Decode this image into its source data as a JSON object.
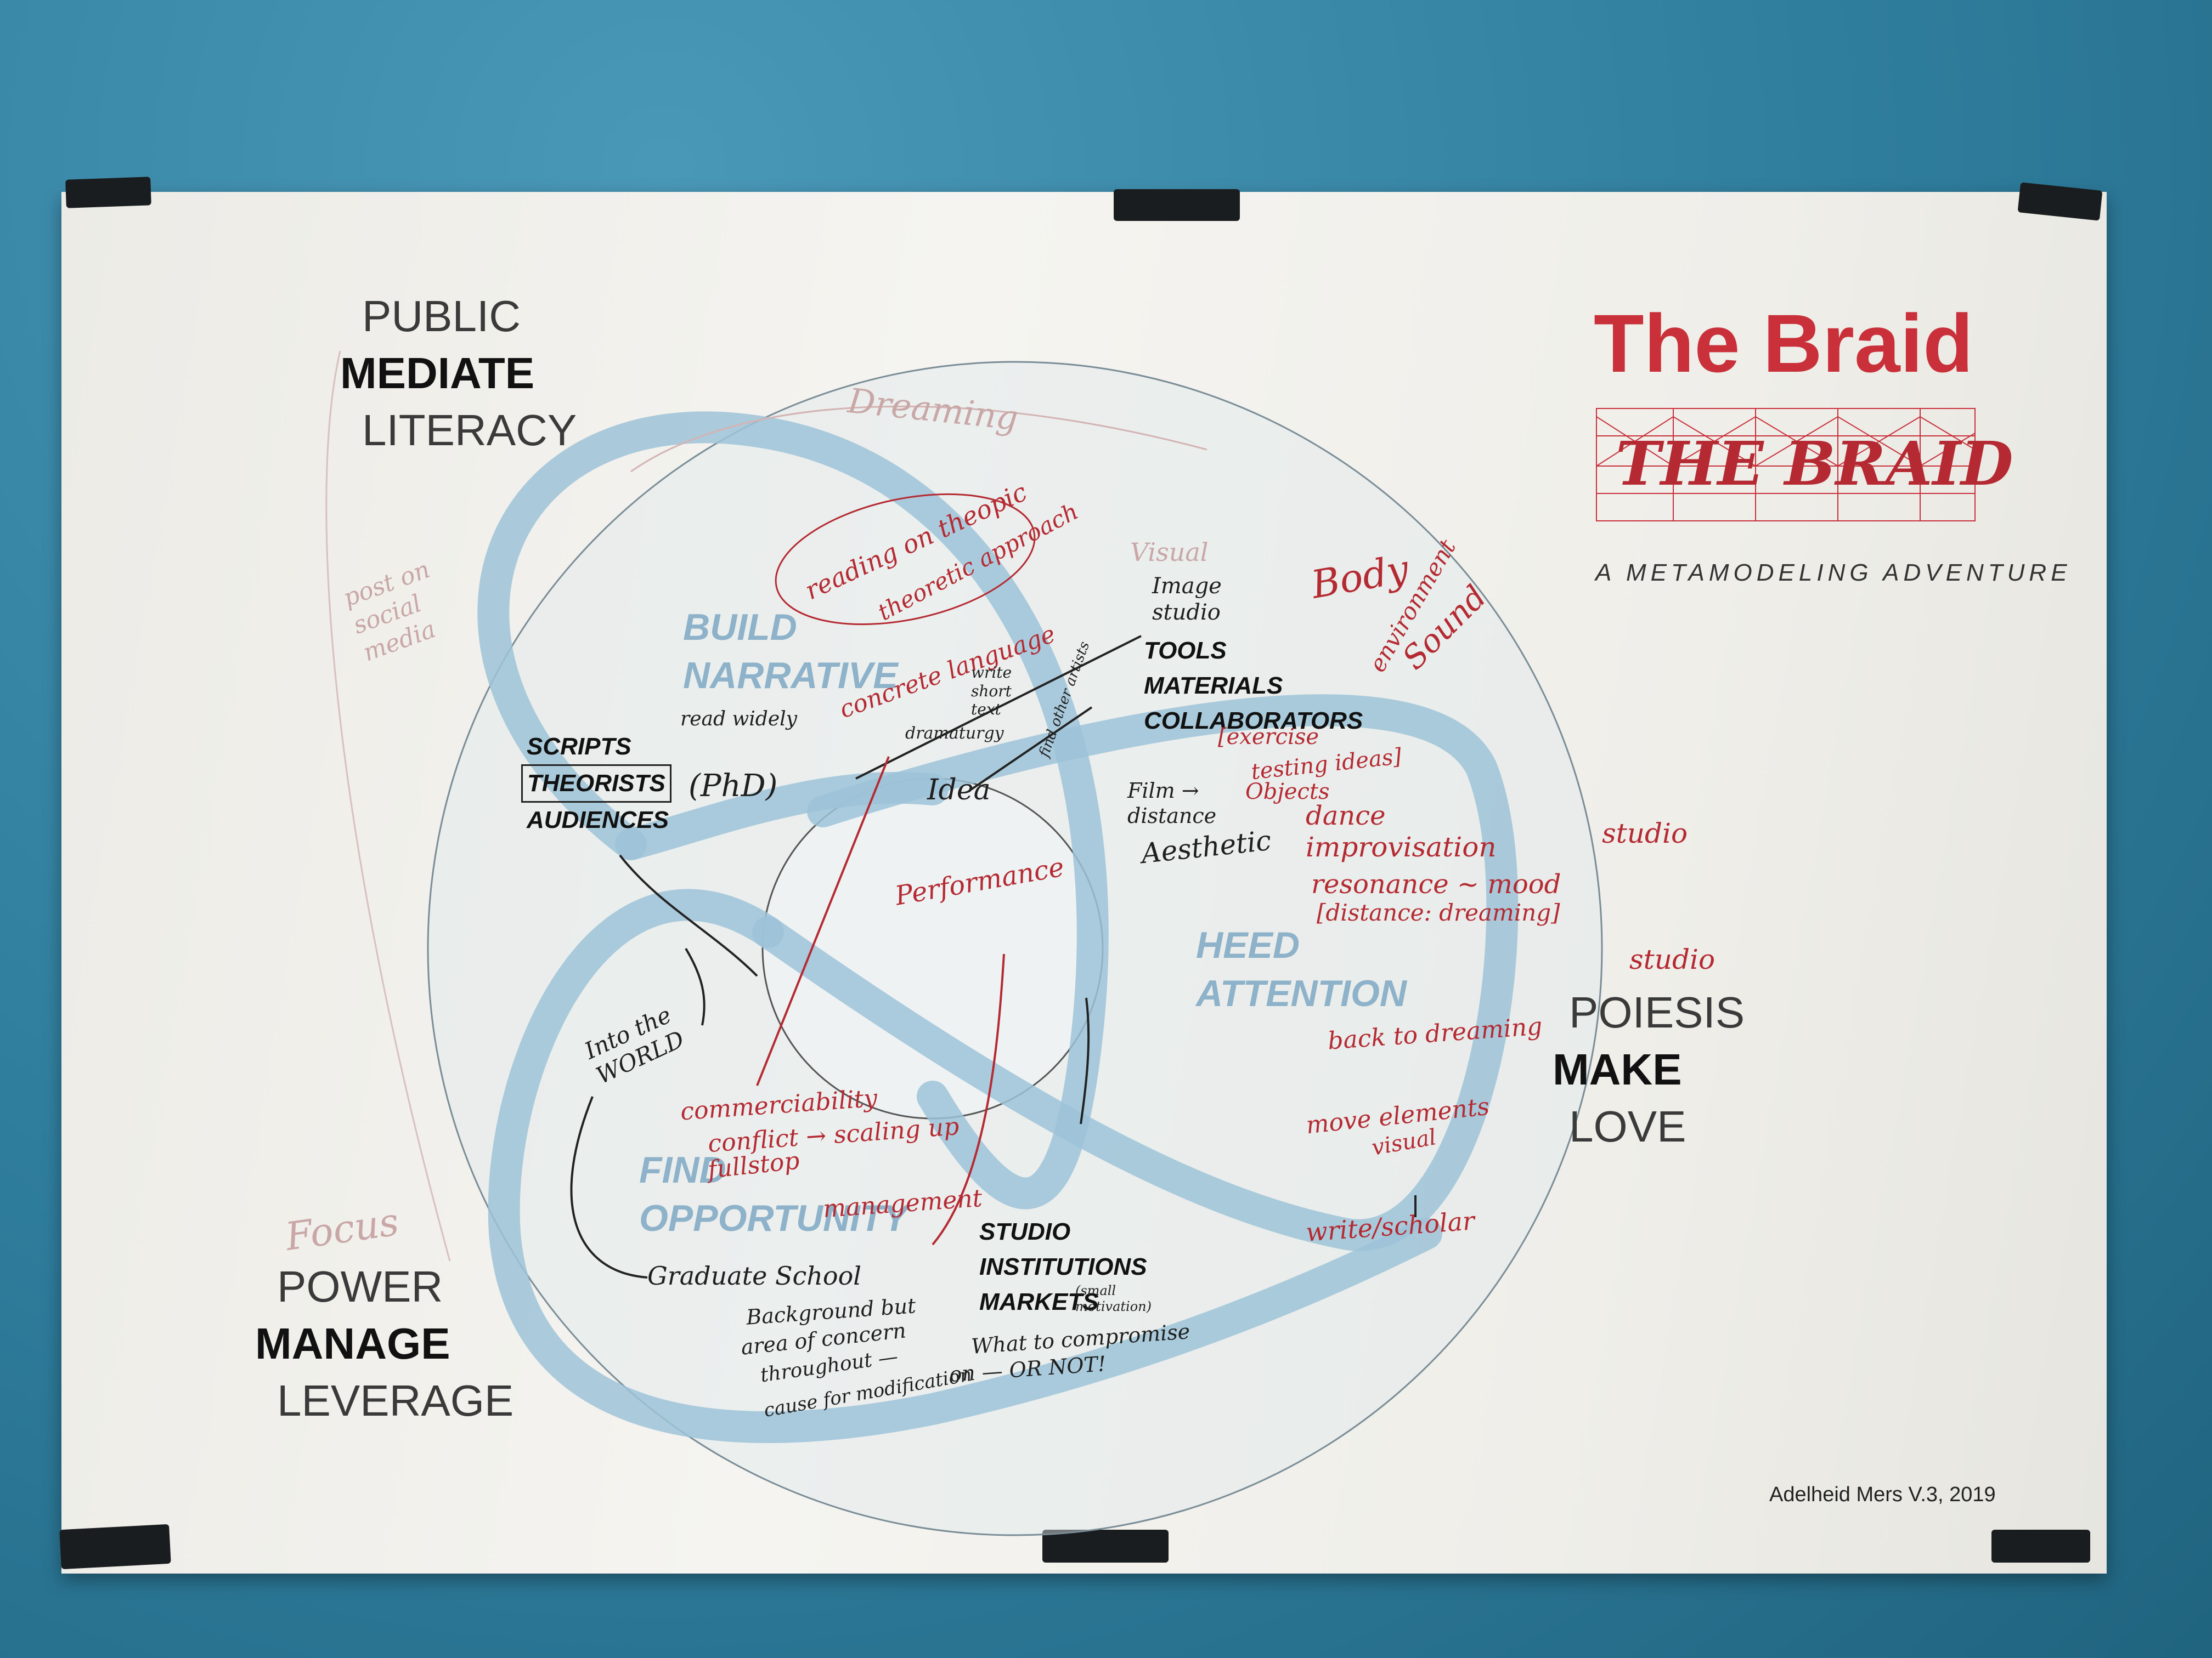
{
  "poster": {
    "title": "The Braid",
    "logo_text": "THE BRAID",
    "subtitle": "A METAMODELING ADVENTURE",
    "author": "Adelheid Mers  V.3, 2019"
  },
  "corners": {
    "top_left": [
      "PUBLIC",
      "MEDIATE",
      "LITERACY"
    ],
    "bottom_left": [
      "POWER",
      "MANAGE",
      "LEVERAGE"
    ],
    "right": [
      "POIESIS",
      "MAKE",
      "LOVE"
    ]
  },
  "phases": {
    "build": [
      "BUILD",
      "NARRATIVE"
    ],
    "heed": [
      "HEED",
      "ATTENTION"
    ],
    "find": [
      "FIND",
      "OPPORTUNITY"
    ]
  },
  "lists": {
    "left": [
      "SCRIPTS",
      "THEORISTS",
      "AUDIENCES"
    ],
    "center": [
      "TOOLS",
      "MATERIALS",
      "COLLABORATORS"
    ],
    "bottom": [
      "STUDIO",
      "INSTITUTIONS",
      "MARKETS"
    ]
  },
  "handwriting": {
    "dreaming": "Dreaming",
    "post_on_social_media": "post on social media",
    "focus": "Focus",
    "reading_on_theopic": "reading on theopic",
    "theoretic_approach": "theoretic approach",
    "concrete_language": "concrete language",
    "read_widely": "read widely",
    "dramaturgy": "dramaturgy",
    "write_short_text": "write short text",
    "find_other_artists": "find other artists",
    "phd": "(PhD)",
    "idea": "Idea",
    "image_studio": "Image studio",
    "visual": "Visual",
    "body": "Body",
    "environment": "environment",
    "sound": "Sound",
    "exercise": "[exercise",
    "testing_ideas": "testing ideas]",
    "objects": "Objects",
    "film_distance": "Film → distance",
    "aesthetic": "Aesthetic",
    "performance": "Performance",
    "dance": "dance",
    "improvisation": "improvisation",
    "resonance_mood": "resonance ~ mood",
    "distance_dreaming": "[distance: dreaming]",
    "studio_1": "studio",
    "studio_2": "studio",
    "back_to_dreaming": "back to dreaming",
    "move_elements": "move elements",
    "visual_2": "visual",
    "write_scholar": "write/scholar",
    "into_the_world": "Into the WORLD",
    "commerciability": "commerciability",
    "conflict": "conflict → scaling up",
    "fullstop": "fullstop",
    "management": "management",
    "graduate_school": "Graduate School",
    "background": "Background but",
    "area_of_concern": "area of concern",
    "throughout": "throughout —",
    "cause": "cause for modification",
    "what_to_compromise": "What to compromise",
    "on_or_not": "on — OR NOT!",
    "small_motivation": "(small motivation)"
  },
  "colors": {
    "braid_blue": "#9ec3d8",
    "title_red": "#c9303a",
    "pen_red": "#b52a32",
    "wall_blue": "#2f7d9d"
  }
}
